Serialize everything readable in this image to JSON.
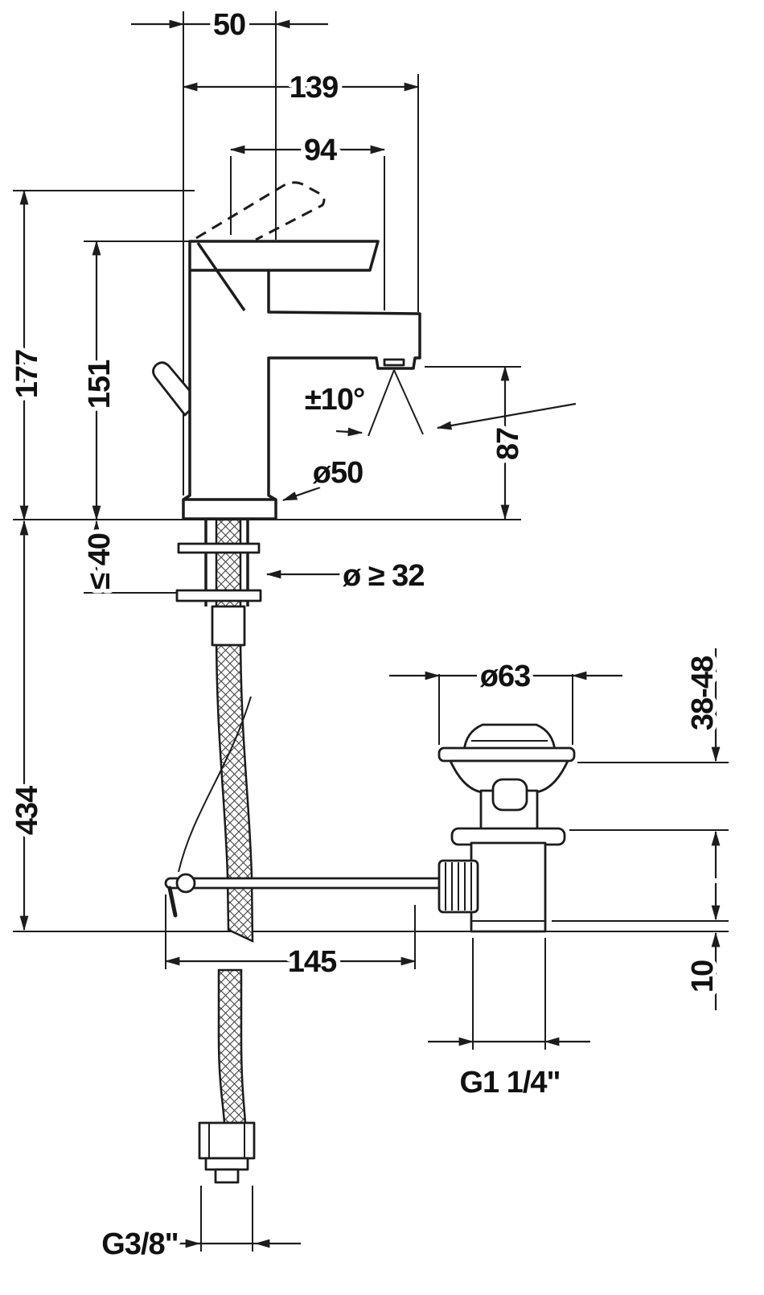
{
  "page": {
    "background": "#ffffff",
    "line_color": "#1c1c1c"
  },
  "dims": {
    "top_width": "50",
    "total_depth": "139",
    "spout_reach": "94",
    "total_height": "177",
    "body_height": "151",
    "swivel_angle": "±10°",
    "outlet_height": "87",
    "base_diameter": "ø50",
    "max_deck_thickness": "≤ 40",
    "tap_hole_diameter": "ø ≥ 32",
    "waste_flange_diameter": "ø63",
    "mounting_thickness_range": "38-48",
    "hose_length": "434",
    "rod_to_waste": "145",
    "adjustment": "10",
    "waste_thread": "G1 1/4\"",
    "hose_thread": "G3/8\""
  }
}
